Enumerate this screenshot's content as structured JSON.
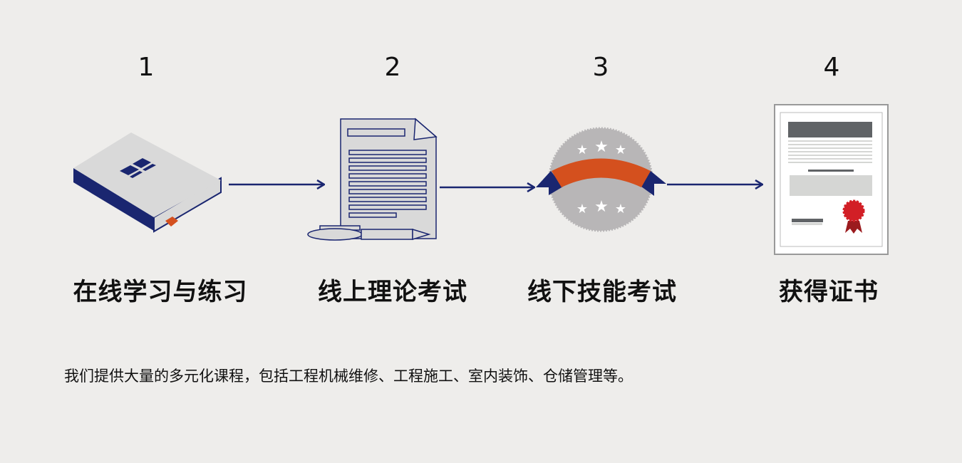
{
  "steps": [
    {
      "number": "1",
      "label": "在线学习与练习",
      "icon": "book-icon"
    },
    {
      "number": "2",
      "label": "线上理论考试",
      "icon": "document-pen-icon"
    },
    {
      "number": "3",
      "label": "线下技能考试",
      "icon": "seal-ribbon-icon"
    },
    {
      "number": "4",
      "label": "获得证书",
      "icon": "certificate-icon"
    }
  ],
  "description": "我们提供大量的多元化课程，包括工程机械维修、工程施工、室内装饰、仓储管理等。",
  "colors": {
    "navy": "#1a2670",
    "orange": "#d4501e",
    "gray": "#b8b6b7",
    "red": "#d21f26",
    "background": "#eeedeb"
  }
}
